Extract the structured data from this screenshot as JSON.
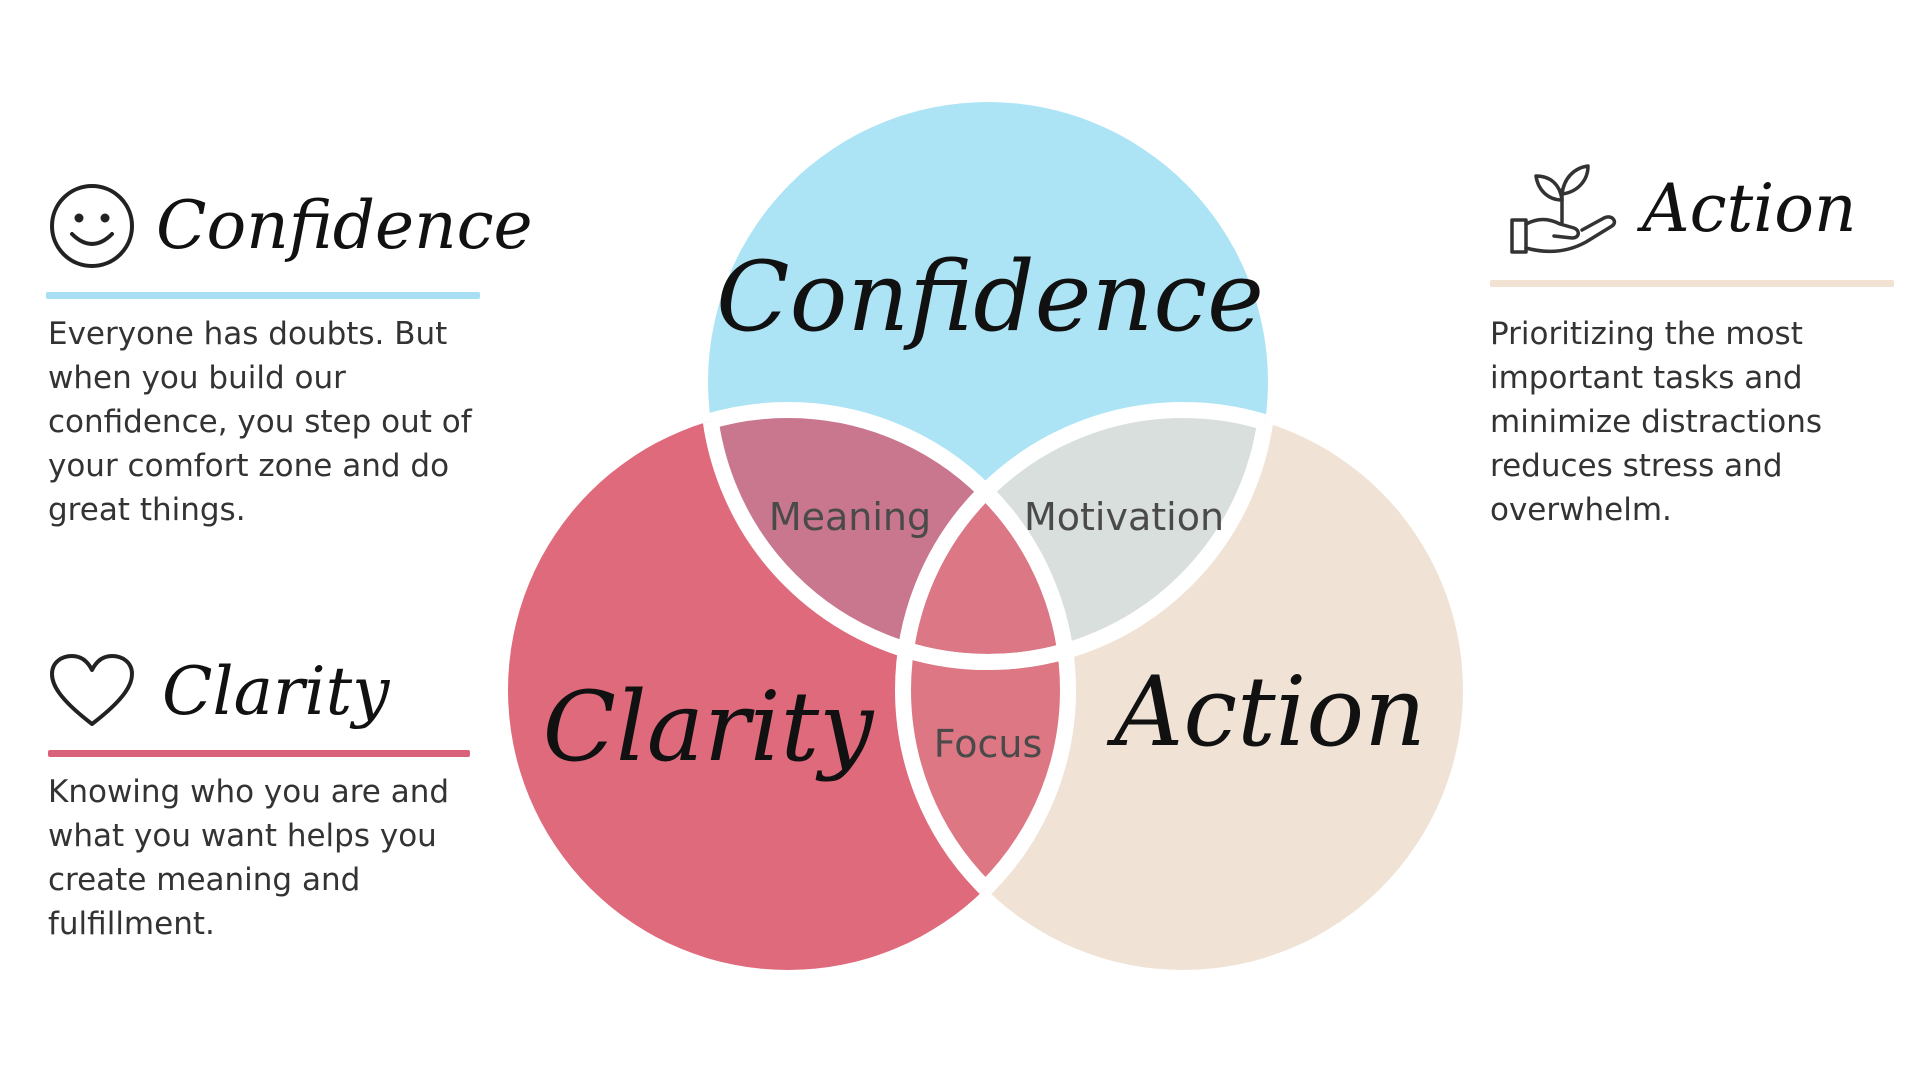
{
  "left_panels": {
    "confidence": {
      "icon": "smiley-face-icon",
      "title": "Confidence",
      "text": "Everyone has doubts. But when you build our confidence, you step out of your comfort zone and do great things.",
      "rule_color": "#a8dff4"
    },
    "clarity": {
      "icon": "heart-icon",
      "title": "Clarity",
      "text": "Knowing who you are and what you want helps you create meaning and fulfillment.",
      "rule_color": "#d9627a"
    }
  },
  "right_panel": {
    "action": {
      "icon": "hand-holding-sprout-icon",
      "title": "Action",
      "text": "Prioritizing the most important tasks and minimize distractions reduces stress and overwhelm.",
      "rule_color": "#f1e2d3"
    }
  },
  "venn": {
    "circles": {
      "confidence": {
        "label": "Confidence",
        "color": "#ace4f6"
      },
      "clarity": {
        "label": "Clarity",
        "color": "#de6a7c"
      },
      "action": {
        "label": "Action",
        "color": "#f0e3d6"
      }
    },
    "overlaps": {
      "meaning": {
        "label": "Meaning",
        "color": "#c8778e"
      },
      "motivation": {
        "label": "Motivation",
        "color": "#d9dfdc"
      },
      "focus": {
        "label": "Focus",
        "color": "#de7784"
      },
      "center": {
        "color": "#dc7886"
      }
    },
    "separator_color": "#ffffff",
    "overlap_label_color": "#4a4a4a"
  }
}
